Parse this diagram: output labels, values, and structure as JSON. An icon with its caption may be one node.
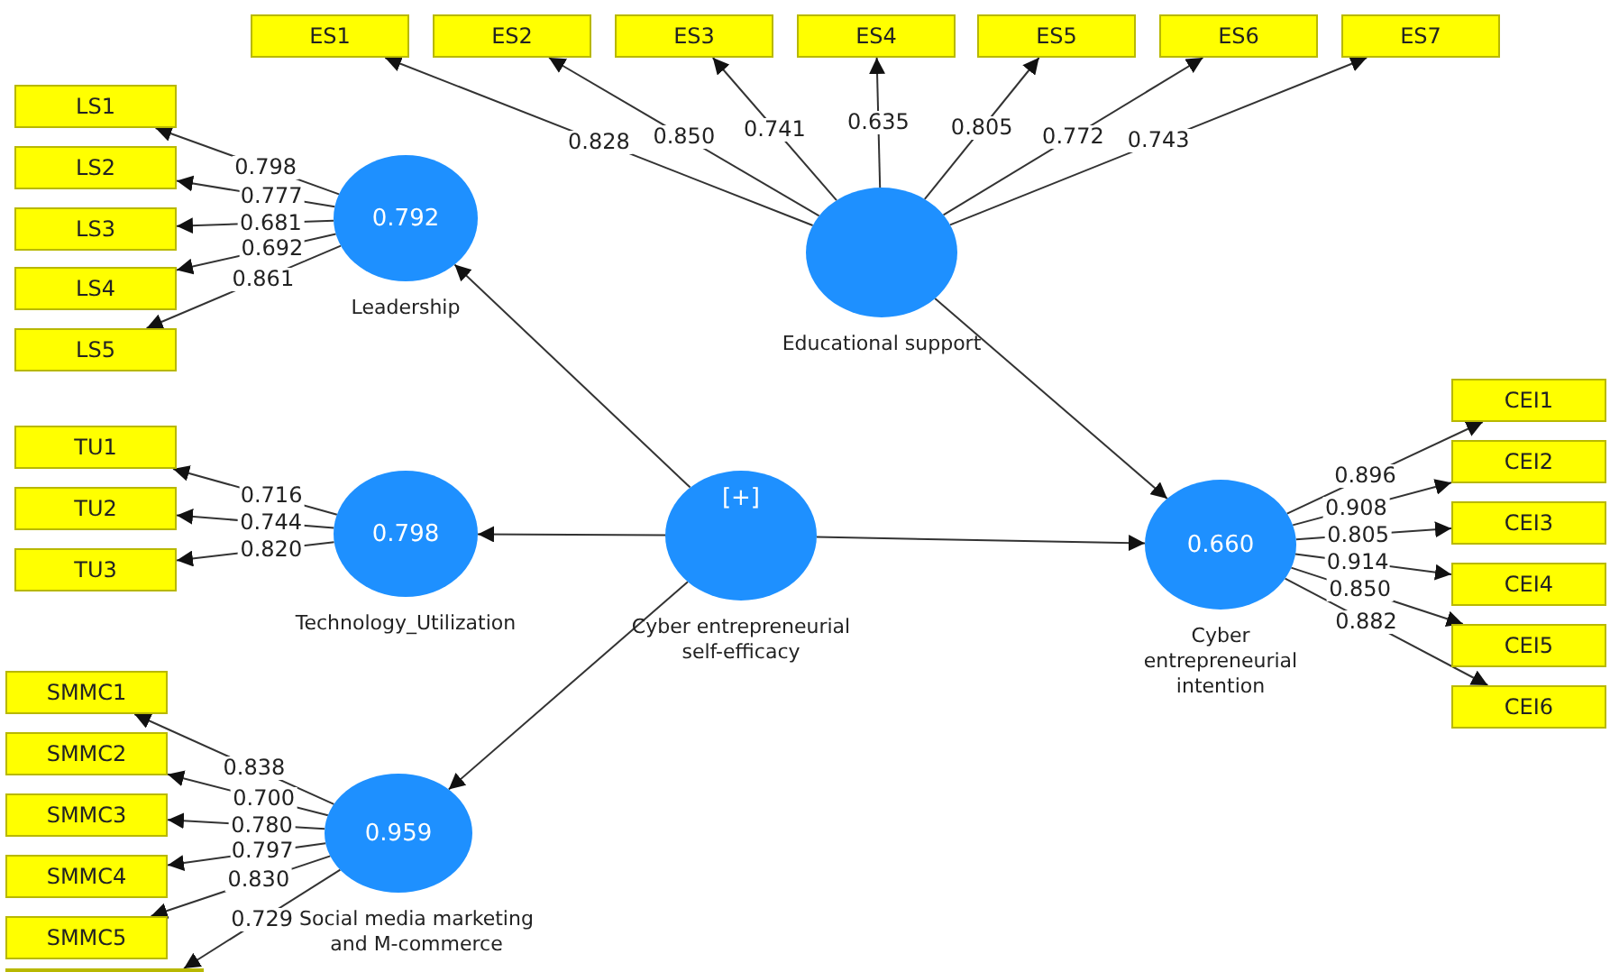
{
  "diagram": {
    "nodes": [
      {
        "text": [
          "ES1"
        ]
      },
      {
        "text": [
          "ES2"
        ]
      },
      {
        "text": [
          "ES3"
        ]
      },
      {
        "text": [
          "ES4"
        ]
      },
      {
        "text": [
          "ES5"
        ]
      },
      {
        "text": [
          "ES6"
        ]
      },
      {
        "text": [
          "ES7"
        ]
      },
      {
        "text": [
          "Educational support"
        ]
      },
      {
        "text": [
          "LS1"
        ]
      },
      {
        "text": [
          "LS2"
        ]
      },
      {
        "text": [
          "LS3"
        ]
      },
      {
        "text": [
          "LS4"
        ]
      },
      {
        "text": [
          "LS5"
        ]
      },
      {
        "text": [
          "0.792",
          "Leadership"
        ]
      },
      {
        "text": [
          "TU1"
        ]
      },
      {
        "text": [
          "TU2"
        ]
      },
      {
        "text": [
          "TU3"
        ]
      },
      {
        "text": [
          "0.798",
          "Technology_Utilization"
        ]
      },
      {
        "text": [
          "[+]",
          "Cyber entrepreneurial self-efficacy"
        ]
      },
      {
        "text": [
          "0.660",
          "Cyber entrepreneurial intention"
        ]
      },
      {
        "text": [
          "CEI1"
        ]
      },
      {
        "text": [
          "CEI2"
        ]
      },
      {
        "text": [
          "CEI3"
        ]
      },
      {
        "text": [
          "CEI4"
        ]
      },
      {
        "text": [
          "CEI5"
        ]
      },
      {
        "text": [
          "CEI6"
        ]
      },
      {
        "text": [
          "SMMC1"
        ]
      },
      {
        "text": [
          "SMMC2"
        ]
      },
      {
        "text": [
          "SMMC3"
        ]
      },
      {
        "text": [
          "SMMC4"
        ]
      },
      {
        "text": [
          "SMMC5"
        ]
      },
      {
        "text": [
          "0.959",
          "Social media marketing and M-commerce"
        ]
      },
      {
        "text": [],
        "shape": "box"
      }
    ],
    "edges": [
      {
        "from": 7,
        "to": 0,
        "arrow": "to",
        "label": "0.828"
      },
      {
        "from": 7,
        "to": 1,
        "arrow": "to",
        "label": "0.850"
      },
      {
        "from": 7,
        "to": 2,
        "arrow": "to",
        "label": "0.741"
      },
      {
        "from": 7,
        "to": 3,
        "arrow": "to",
        "label": "0.635"
      },
      {
        "from": 7,
        "to": 4,
        "arrow": "to",
        "label": "0.805"
      },
      {
        "from": 7,
        "to": 5,
        "arrow": "to",
        "label": "0.772"
      },
      {
        "from": 7,
        "to": 6,
        "arrow": "to",
        "label": "0.743"
      },
      {
        "from": 13,
        "to": 8,
        "arrow": "to",
        "label": "0.798"
      },
      {
        "from": 13,
        "to": 9,
        "arrow": "to",
        "label": "0.777"
      },
      {
        "from": 13,
        "to": 10,
        "arrow": "to",
        "label": "0.681"
      },
      {
        "from": 13,
        "to": 11,
        "arrow": "to",
        "label": "0.692"
      },
      {
        "from": 13,
        "to": 12,
        "arrow": "to",
        "label": "0.861"
      },
      {
        "from": 17,
        "to": 14,
        "arrow": "to",
        "label": "0.716"
      },
      {
        "from": 17,
        "to": 15,
        "arrow": "to",
        "label": "0.744"
      },
      {
        "from": 17,
        "to": 16,
        "arrow": "to",
        "label": "0.820"
      },
      {
        "from": 19,
        "to": 20,
        "arrow": "to",
        "label": "0.896"
      },
      {
        "from": 19,
        "to": 21,
        "arrow": "to",
        "label": "0.908"
      },
      {
        "from": 19,
        "to": 22,
        "arrow": "to",
        "label": "0.805"
      },
      {
        "from": 19,
        "to": 23,
        "arrow": "to",
        "label": "0.914"
      },
      {
        "from": 19,
        "to": 24,
        "arrow": "to",
        "label": "0.850"
      },
      {
        "from": 19,
        "to": 25,
        "arrow": "to",
        "label": "0.882"
      },
      {
        "from": 31,
        "to": 26,
        "arrow": "to",
        "label": "0.838"
      },
      {
        "from": 31,
        "to": 27,
        "arrow": "to",
        "label": "0.700"
      },
      {
        "from": 31,
        "to": 28,
        "arrow": "to",
        "label": "0.780"
      },
      {
        "from": 31,
        "to": 29,
        "arrow": "to",
        "label": "0.797"
      },
      {
        "from": 31,
        "to": 30,
        "arrow": "to",
        "label": "0.830"
      },
      {
        "from": 31,
        "to": 32,
        "arrow": "to",
        "label": "0.729"
      },
      {
        "from": 18,
        "to": 13,
        "arrow": "to"
      },
      {
        "from": 18,
        "to": 17,
        "arrow": "to"
      },
      {
        "from": 18,
        "to": 31,
        "arrow": "to"
      },
      {
        "from": 18,
        "to": 19,
        "arrow": "to"
      },
      {
        "from": 7,
        "to": 19,
        "arrow": "to"
      }
    ]
  }
}
